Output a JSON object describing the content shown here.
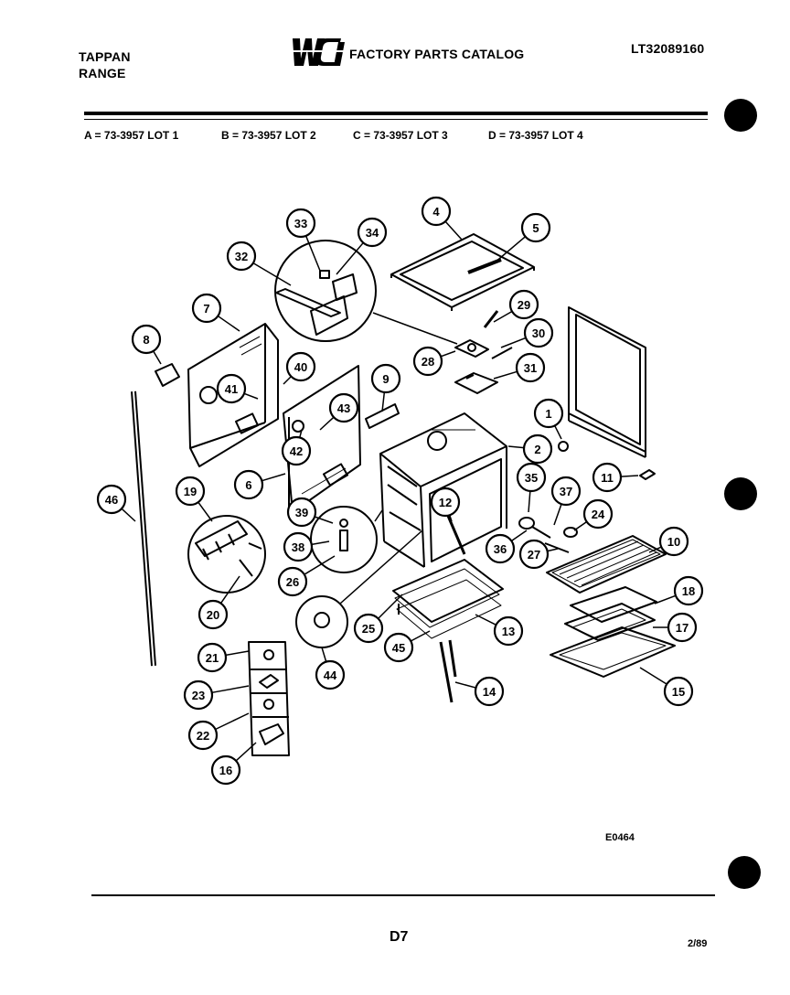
{
  "header": {
    "brand_line1": "TAPPAN",
    "brand_line2": "RANGE",
    "logo_text": "WCI",
    "catalog_title": "FACTORY PARTS CATALOG",
    "part_number": "LT32089160"
  },
  "lots": [
    "A = 73-3957 LOT 1",
    "B = 73-3957 LOT 2",
    "C = 73-3957 LOT 3",
    "D = 73-3957 LOT 4"
  ],
  "callouts": [
    {
      "label": "33"
    },
    {
      "label": "34"
    },
    {
      "label": "4"
    },
    {
      "label": "5"
    },
    {
      "label": "32"
    },
    {
      "label": "7"
    },
    {
      "label": "29"
    },
    {
      "label": "30"
    },
    {
      "label": "28"
    },
    {
      "label": "31"
    },
    {
      "label": "8"
    },
    {
      "label": "40"
    },
    {
      "label": "41"
    },
    {
      "label": "9"
    },
    {
      "label": "43"
    },
    {
      "label": "42"
    },
    {
      "label": "6"
    },
    {
      "label": "1"
    },
    {
      "label": "2"
    },
    {
      "label": "11"
    },
    {
      "label": "46"
    },
    {
      "label": "19"
    },
    {
      "label": "35"
    },
    {
      "label": "37"
    },
    {
      "label": "24"
    },
    {
      "label": "12"
    },
    {
      "label": "39"
    },
    {
      "label": "36"
    },
    {
      "label": "27"
    },
    {
      "label": "10"
    },
    {
      "label": "38"
    },
    {
      "label": "26"
    },
    {
      "label": "18"
    },
    {
      "label": "20"
    },
    {
      "label": "25"
    },
    {
      "label": "13"
    },
    {
      "label": "17"
    },
    {
      "label": "45"
    },
    {
      "label": "44"
    },
    {
      "label": "21"
    },
    {
      "label": "15"
    },
    {
      "label": "23"
    },
    {
      "label": "14"
    },
    {
      "label": "22"
    },
    {
      "label": "16"
    }
  ],
  "footer": {
    "drawing_code": "E0464",
    "page": "D7",
    "date": "2/89"
  }
}
